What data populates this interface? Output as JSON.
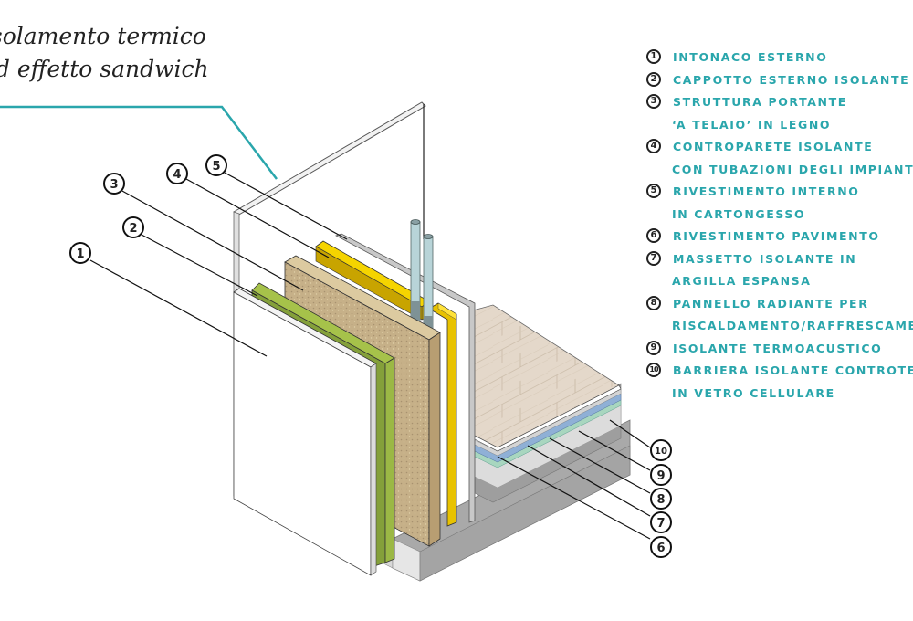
{
  "title": {
    "line1": "Isolamento termico",
    "line2": "ad effetto sandwich"
  },
  "colors": {
    "accent": "#2aa6ac",
    "plaster": "#ffffff",
    "eps_insulation": "#8aa83a",
    "wood_fibre": "#c9b48a",
    "inner_insulation": "#e8c200",
    "plasterboard": "#c8c8c8",
    "pipes": "#b8d4d8",
    "floor_wood": "#e2d6c8",
    "radiant_panel": "#8fb0d6",
    "acoustic": "#a8d6bf",
    "screed": "#d9d9d9",
    "foundation": "#a9a9a9"
  },
  "legend": [
    {
      "num": "1",
      "lines": [
        "INTONACO ESTERNO"
      ]
    },
    {
      "num": "2",
      "lines": [
        "CAPPOTTO ESTERNO ISOLANTE"
      ]
    },
    {
      "num": "3",
      "lines": [
        "STRUTTURA PORTANTE",
        "‘A TELAIO’ IN LEGNO"
      ]
    },
    {
      "num": "4",
      "lines": [
        "CONTROPARETE ISOLANTE",
        "CON TUBAZIONI DEGLI IMPIANTI"
      ]
    },
    {
      "num": "5",
      "lines": [
        "RIVESTIMENTO INTERNO",
        "IN CARTONGESSO"
      ]
    },
    {
      "num": "6",
      "lines": [
        "RIVESTIMENTO PAVIMENTO"
      ]
    },
    {
      "num": "7",
      "lines": [
        "MASSETTO ISOLANTE IN",
        "ARGILLA ESPANSA"
      ]
    },
    {
      "num": "8",
      "lines": [
        "PANNELLO RADIANTE PER",
        "RISCALDAMENTO/RAFFRESCAMENTO"
      ]
    },
    {
      "num": "9",
      "lines": [
        "ISOLANTE TERMOACUSTICO"
      ]
    },
    {
      "num": "10",
      "lines": [
        "BARRIERA ISOLANTE CONTROTERRA",
        "IN VETRO CELLULARE"
      ]
    }
  ],
  "callouts": {
    "c1": "1",
    "c2": "2",
    "c3": "3",
    "c4": "4",
    "c5": "5",
    "c6": "6",
    "c7": "7",
    "c8": "8",
    "c9": "9",
    "c10": "10"
  }
}
